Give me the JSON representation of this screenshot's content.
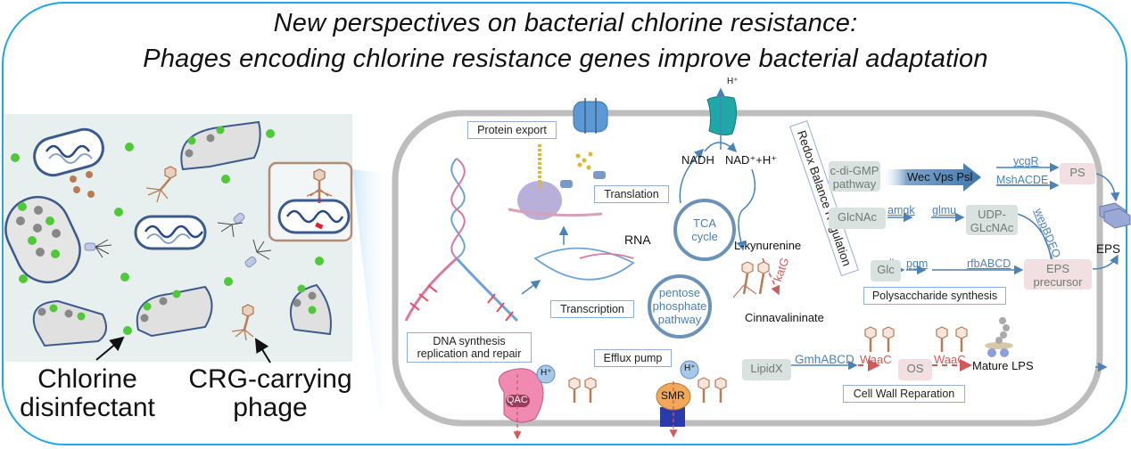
{
  "title": {
    "line1": "New perspectives on bacterial chlorine resistance:",
    "line2": "Phages encoding chlorine resistance genes improve bacterial adaptation"
  },
  "environment_panel": {
    "labels": {
      "chlorine": [
        "Chlorine",
        "disinfectant"
      ],
      "phage": [
        "CRG-carrying",
        "phage"
      ]
    },
    "colors": {
      "background": "#e8f0ef",
      "chlorine_dot": "#4fc83a",
      "cell_outline": "#3c5a8c",
      "phage": "#b97a54"
    }
  },
  "cell": {
    "process_labels": {
      "protein_export": "Protein export",
      "translation": "Translation",
      "transcription": "Transcription",
      "dna_synthesis": [
        "DNA synthesis",
        "replication and repair"
      ],
      "efflux_pump": "Efflux pump",
      "polysaccharide_synthesis": "Polysaccharide synthesis",
      "cell_wall_reparation": "Cell Wall Reparation",
      "redox_balance": "Redox Balance Regulation"
    },
    "molecules": {
      "rna": "RNA",
      "nadh": "NADH",
      "nad": "NAD⁺+H⁺",
      "h_plus_top": "H⁺",
      "l_kynurenine": "L-kynurenine",
      "cinnavalininate": "Cinnavalininate",
      "eps": "EPS",
      "mature_lps": "Mature LPS"
    },
    "cycles": {
      "tca": [
        "TCA",
        "cycle"
      ],
      "pentose": [
        "pentose",
        "phosphate",
        "pathway"
      ]
    },
    "pumps": {
      "qac": "QAC",
      "smr": "SMR",
      "h_plus": "H⁺"
    },
    "genes": {
      "katG": "katG",
      "ycgR": "ycgR",
      "mshACDE": "MshACDE",
      "amgk": "amgk",
      "glmu": "glmu",
      "wepBDEO": "wepBDEO",
      "glk": "glk",
      "pgm": "pgm",
      "rfbABCD": "rfbABCD",
      "gmhABCD": "GmhABCD",
      "waaC_1": "WaaC",
      "waaC_2": "WaaC"
    },
    "nodes": {
      "c_di_gmp": [
        "c-di-GMP",
        "pathway"
      ],
      "wec_vps_psl": "Wec Vps Psl",
      "ps": "PS",
      "glcnac": "GlcNAc",
      "udp_glcnac": [
        "UDP-",
        "GLcNAc"
      ],
      "glc": "Glc",
      "eps_precursor": [
        "EPS",
        "precursor"
      ],
      "lipidx": "LipidX",
      "os": "OS"
    },
    "colors": {
      "membrane": "#bdbdbd",
      "pathway_blue": "#4b82b8",
      "gene_red": "#d05a5a",
      "gray_node": "#d9e2de",
      "pink_node": "#f2dfe2",
      "qac": "#f08ab0",
      "smr": "#f0a85a",
      "nadh_dehydrogenase": "#20a8a8"
    }
  }
}
